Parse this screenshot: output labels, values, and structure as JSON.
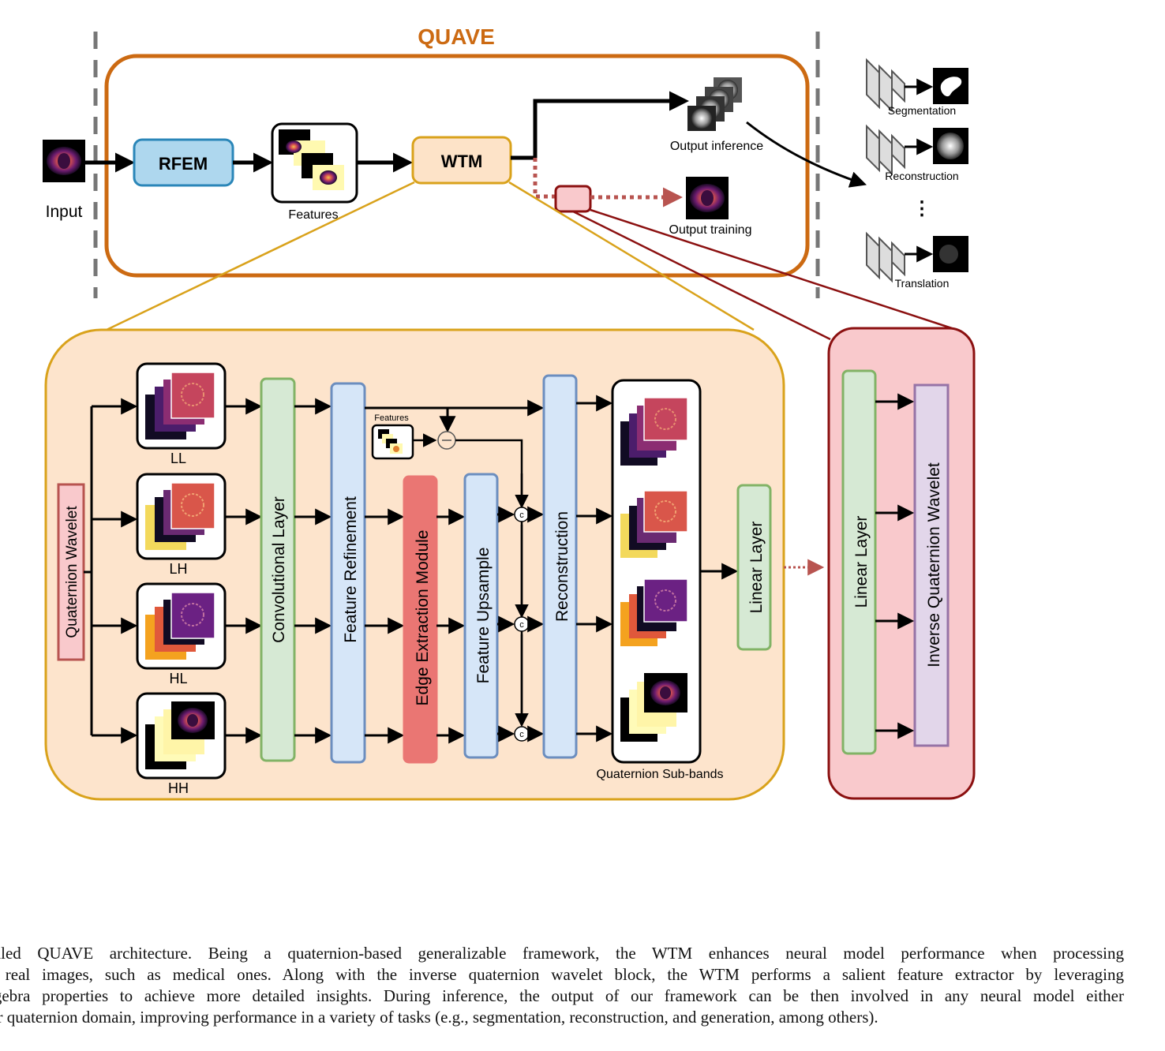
{
  "top": {
    "title": "QUAVE",
    "input_label": "Input",
    "rfem_label": "RFEM",
    "features_label": "Features",
    "wtm_label": "WTM",
    "output_inference_label": "Output inference",
    "output_training_label": "Output training"
  },
  "tasks": {
    "segmentation": "Segmentation",
    "reconstruction": "Reconstruction",
    "ellipsis": "⋮",
    "translation": "Translation"
  },
  "wtm_detail": {
    "quaternion_wavelet": "Quaternion Wavelet",
    "subbands": [
      "LL",
      "LH",
      "HL",
      "HH"
    ],
    "conv_layer": "Convolutional Layer",
    "feature_refinement": "Feature Refinement",
    "features_small": "Features",
    "edge_extraction": "Edge Extraction Module",
    "feature_upsample": "Feature Upsample",
    "reconstruction": "Reconstruction",
    "quaternion_subbands": "Quaternion Sub-bands",
    "linear_layer": "Linear Layer",
    "concat_symbol": "c",
    "minus_symbol": "−"
  },
  "inverse_detail": {
    "linear_layer": "Linear Layer",
    "inverse_quaternion_wavelet": "Inverse Quaternion Wavelet"
  },
  "caption": [
    "ailed QUAVE architecture. Being a quaternion-based generalizable framework, the WTM enhances neural model performance when processing",
    "l real images, such as medical ones. Along with the inverse quaternion wavelet block, the WTM performs a salient feature extractor by leveraging",
    "lgebra properties to achieve more detailed insights. During inference, the output of our framework can be then involved in any neural model either",
    "or quaternion domain, improving performance in a variety of tasks (e.g., segmentation, reconstruction, and generation, among others)."
  ],
  "colors": {
    "quave_orange": "#cc6a12",
    "rfem_blue": "#aed7ee",
    "wtm_fill": "#fde3c8",
    "detail_fill": "#fde4cc",
    "detail_border": "#d9a21b",
    "green_fill": "#d6e9d4",
    "green_border": "#82b366",
    "blue_fill": "#d6e6f8",
    "blue_border": "#6c8ebf",
    "edge_red": "#ea7673",
    "pink_fill": "#f9c9cc",
    "pink_border": "#8b1010",
    "purple_fill": "#e2d6ea",
    "purple_border": "#9673a6",
    "dotted_red": "#b85450"
  }
}
